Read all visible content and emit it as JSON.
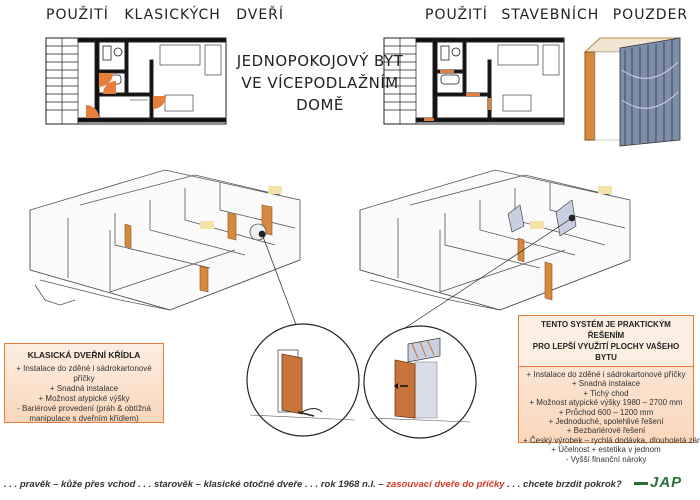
{
  "titles": {
    "left": "POUŽITÍ KLASICKÝCH DVEŘÍ",
    "right": "POUŽITÍ STAVEBNÍCH POUZDER",
    "center_lines": [
      "JEDNOPOKOJOVÝ BYT",
      "VE VÍCEPODLAŽNÍM",
      "DOMĚ"
    ]
  },
  "left_box": {
    "heading": "KLASICKÁ DVEŘNÍ KŘÍDLA",
    "items": [
      "+ Instalace do zděné i sádrokartonové příčky",
      "+ Snadná instalace",
      "+ Možnost atypické výšky",
      "- Bariérové provedení (práh & obtížná manipulace s dveřním křídlem)"
    ]
  },
  "right_box": {
    "heading_lines": [
      "TENTO SYSTÉM JE PRAKTICKÝM ŘEŠENÍM",
      "PRO LEPŠÍ VYUŽITÍ PLOCHY VAŠEHO BYTU"
    ],
    "items": [
      "+ Instalace do zděné i sádrokartonové příčky",
      "+ Snadná instalace",
      "+ Tichý chod",
      "+ Možnost atypické výšky 1980 – 2700 mm",
      "+ Průchod 600 – 1200 mm",
      "+ Jednoduché, spolehlivé řešení",
      "+ Bezbariérové řešení",
      "+ Český výrobek – rychlá dodávka, dlouholetá záruka",
      "+ Účelnost + estetika v jednom",
      "- Vyšší finanční nároky"
    ]
  },
  "bottom": {
    "prefix": ". . . pravěk – kůže přes vchod . . . starověk – klasické otočné dveře . . . rok 1968 n.l. – ",
    "highlight": "zasouvací dveře do příčky",
    "suffix": " . . . chcete brzdit pokrok?",
    "logo": "JAP"
  },
  "colors": {
    "accent": "#e67e3c",
    "door": "#c8733a",
    "box_bg": "#f9d7bc",
    "highlight": "#d23a2a",
    "logo": "#2b6f3a"
  }
}
